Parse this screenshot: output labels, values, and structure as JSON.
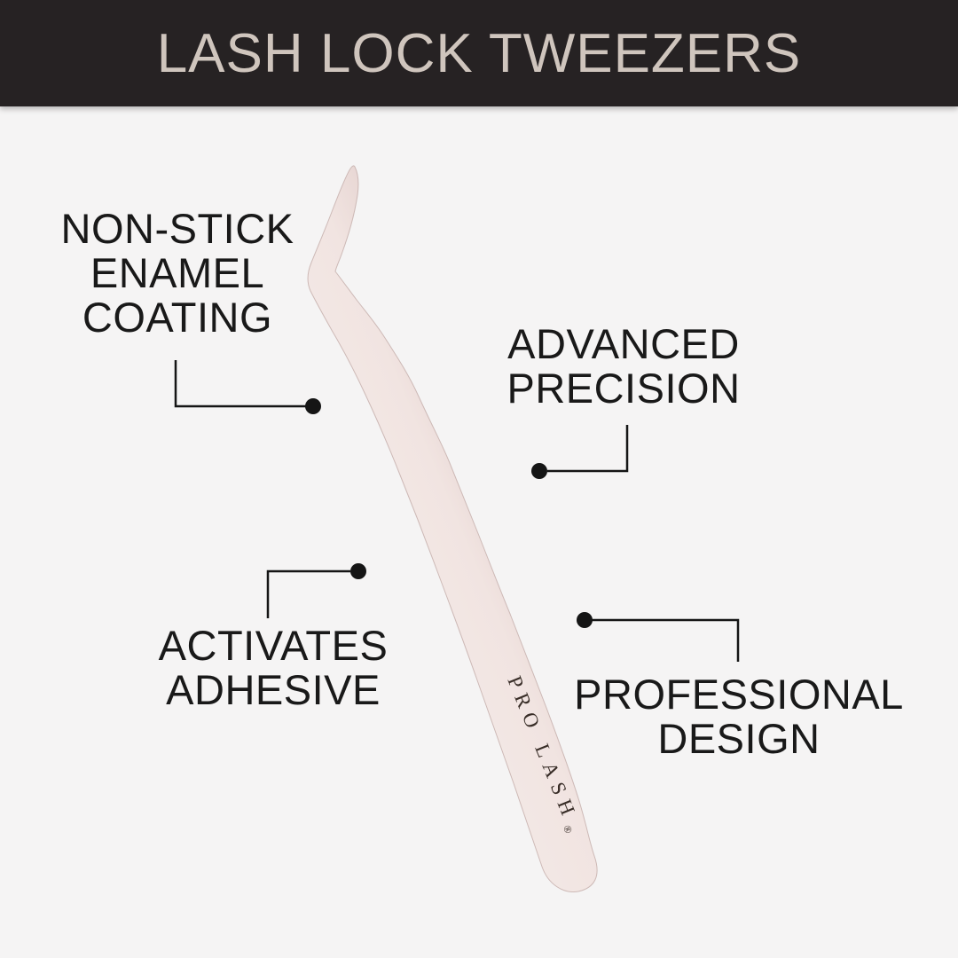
{
  "header": {
    "title": "LASH LOCK TWEEZERS"
  },
  "product": {
    "brand": "PRO LASH",
    "registered_mark": "®"
  },
  "callouts": [
    {
      "id": "non-stick-enamel-coating",
      "lines": [
        "NON-STICK",
        "ENAMEL",
        "COATING"
      ]
    },
    {
      "id": "advanced-precision",
      "lines": [
        "ADVANCED",
        "PRECISION"
      ]
    },
    {
      "id": "activates-adhesive",
      "lines": [
        "ACTIVATES",
        "ADHESIVE"
      ]
    },
    {
      "id": "professional-design",
      "lines": [
        "PROFESSIONAL",
        "DESIGN"
      ]
    }
  ],
  "colors": {
    "header-bg": "#262223",
    "title-text": "#cfc5bd",
    "page-bg": "#f5f4f4",
    "label-text": "#191919",
    "line-color": "#151515",
    "tweezer-edge": "#d8c5c2",
    "tweezer-mid": "#f3e8e5",
    "tweezer-light": "#f5eae7",
    "brand-text": "#382d27"
  }
}
